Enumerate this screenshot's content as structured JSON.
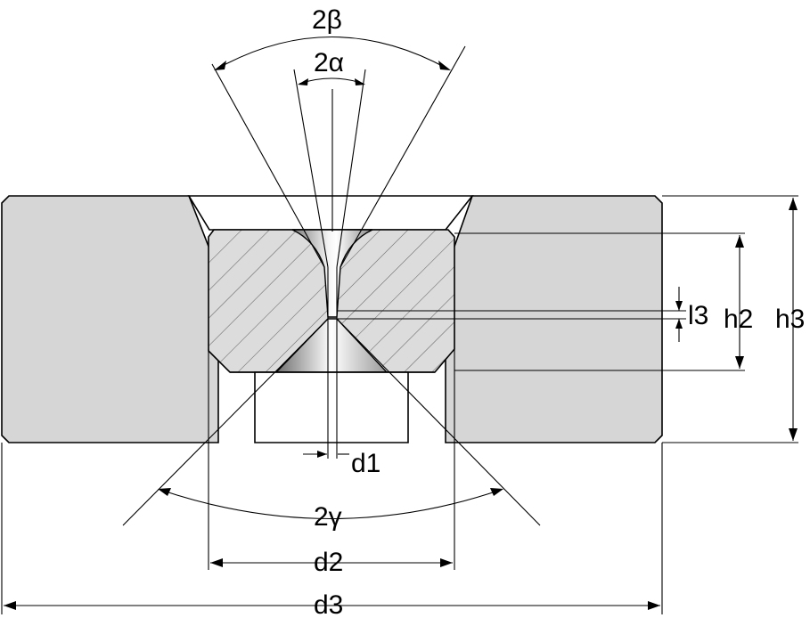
{
  "labels": {
    "two_beta": "2β",
    "two_alpha": "2α",
    "two_gamma": "2γ",
    "d1": "d1",
    "d2": "d2",
    "d3": "d3",
    "h2": "h2",
    "h3": "h3",
    "l3": "l3"
  },
  "colors": {
    "body": "#d6d6d6",
    "insert": "#dcdcdc",
    "outline": "#000000"
  }
}
